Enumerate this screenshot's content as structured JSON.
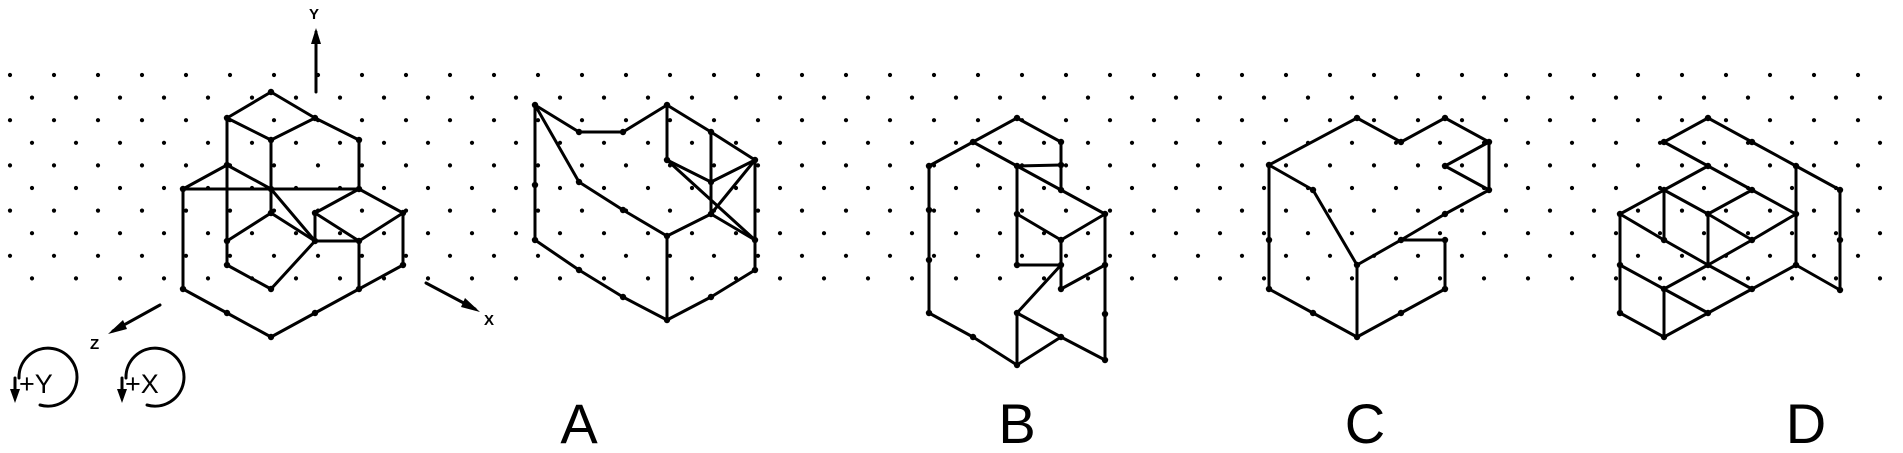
{
  "axes": {
    "y_label": "Y",
    "x_label": "X",
    "z_label": "Z"
  },
  "rotations": [
    {
      "label": "+Y"
    },
    {
      "label": "+X"
    }
  ],
  "options": [
    {
      "letter": "A"
    },
    {
      "letter": "B"
    },
    {
      "letter": "C"
    },
    {
      "letter": "D"
    }
  ]
}
